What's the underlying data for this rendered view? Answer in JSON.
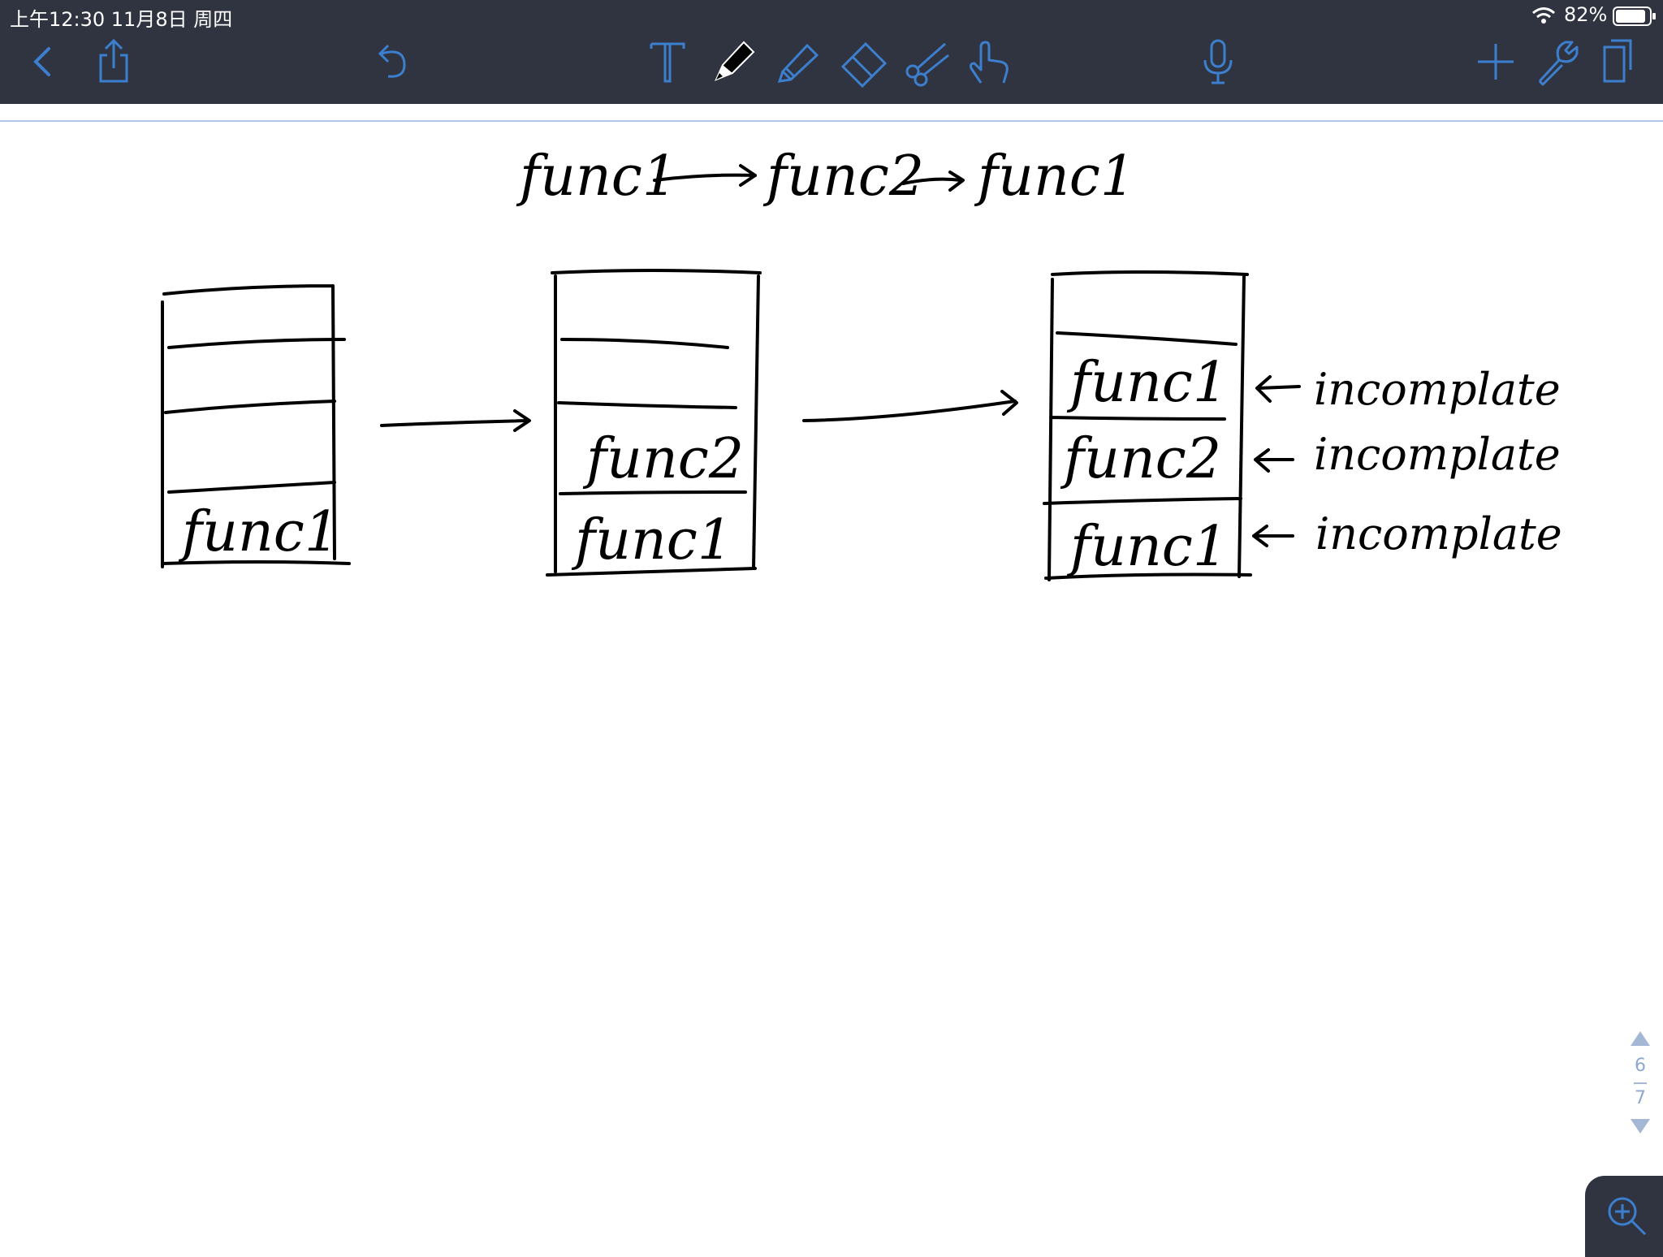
{
  "status_bar": {
    "time_date": "上午12:30   11月8日 周四",
    "battery": "82%"
  },
  "toolbar": {
    "left": [
      "back-icon",
      "share-icon",
      "undo-icon"
    ],
    "tools": [
      "text-tool-icon",
      "pen-tool-icon",
      "highlighter-icon",
      "eraser-icon",
      "scissors-icon",
      "hand-pointer-icon"
    ],
    "right": [
      "microphone-icon",
      "add-icon",
      "wrench-icon",
      "pages-icon"
    ],
    "accent_color": "#3d7fcf",
    "active_tool": "pen"
  },
  "note": {
    "sequence": [
      "func1",
      "func2",
      "func1"
    ],
    "stacks": [
      {
        "frames": [
          "func1"
        ]
      },
      {
        "frames": [
          "func2",
          "func1"
        ]
      },
      {
        "frames": [
          "func1",
          "func2",
          "func1"
        ],
        "annotations": [
          "incomplate",
          "incomplate",
          "incomplate"
        ]
      }
    ]
  },
  "pager": {
    "current": "6",
    "total": "7"
  }
}
